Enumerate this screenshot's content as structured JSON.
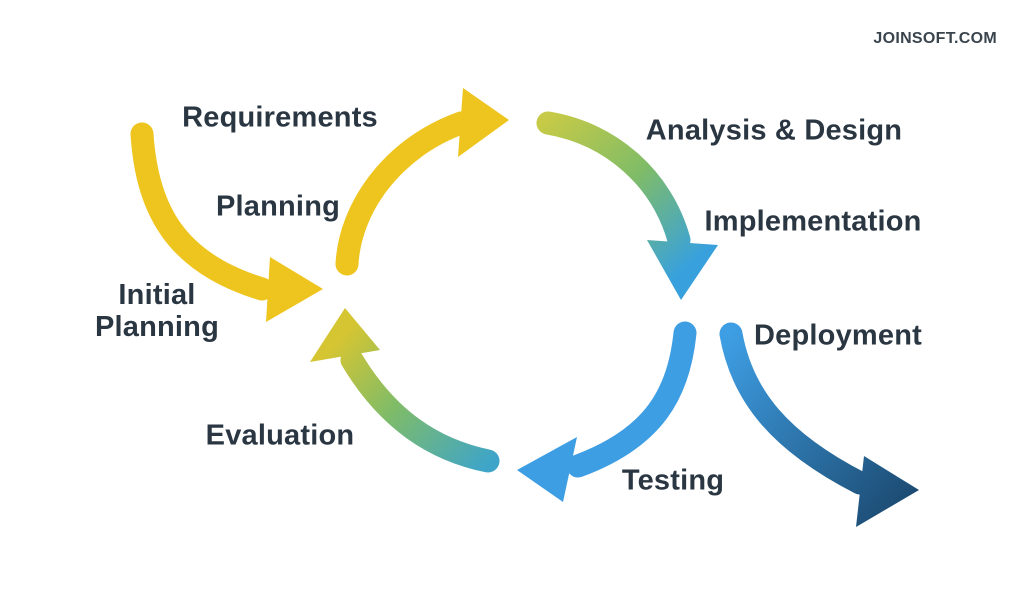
{
  "brand": {
    "watermark": "JOINSOFT.COM"
  },
  "diagram": {
    "type": "iterative-sdlc-cycle",
    "labels": {
      "requirements": "Requirements",
      "planning": "Planning",
      "initial_planning": "Initial Planning",
      "analysis_design": "Analysis & Design",
      "implementation": "Implementation",
      "deployment": "Deployment",
      "testing": "Testing",
      "evaluation": "Evaluation"
    },
    "sequence": [
      "Initial Planning",
      "Planning",
      "Requirements",
      "Analysis & Design",
      "Implementation",
      "Testing",
      "Evaluation",
      "Deployment"
    ]
  },
  "colors": {
    "background": "#FFFFFF",
    "label_text": "#2A3642",
    "watermark_text": "#3A444D",
    "yellow": "#EEC51F",
    "olive": "#C6CA46",
    "green_mid": "#7FBC68",
    "implementation_blue": "#38A1DD",
    "teal": "#3FA5C8",
    "evaluation_yellow": "#D6C532",
    "testing_blue": "#3E9EE3",
    "deployment_navy": "#1C4B72"
  }
}
